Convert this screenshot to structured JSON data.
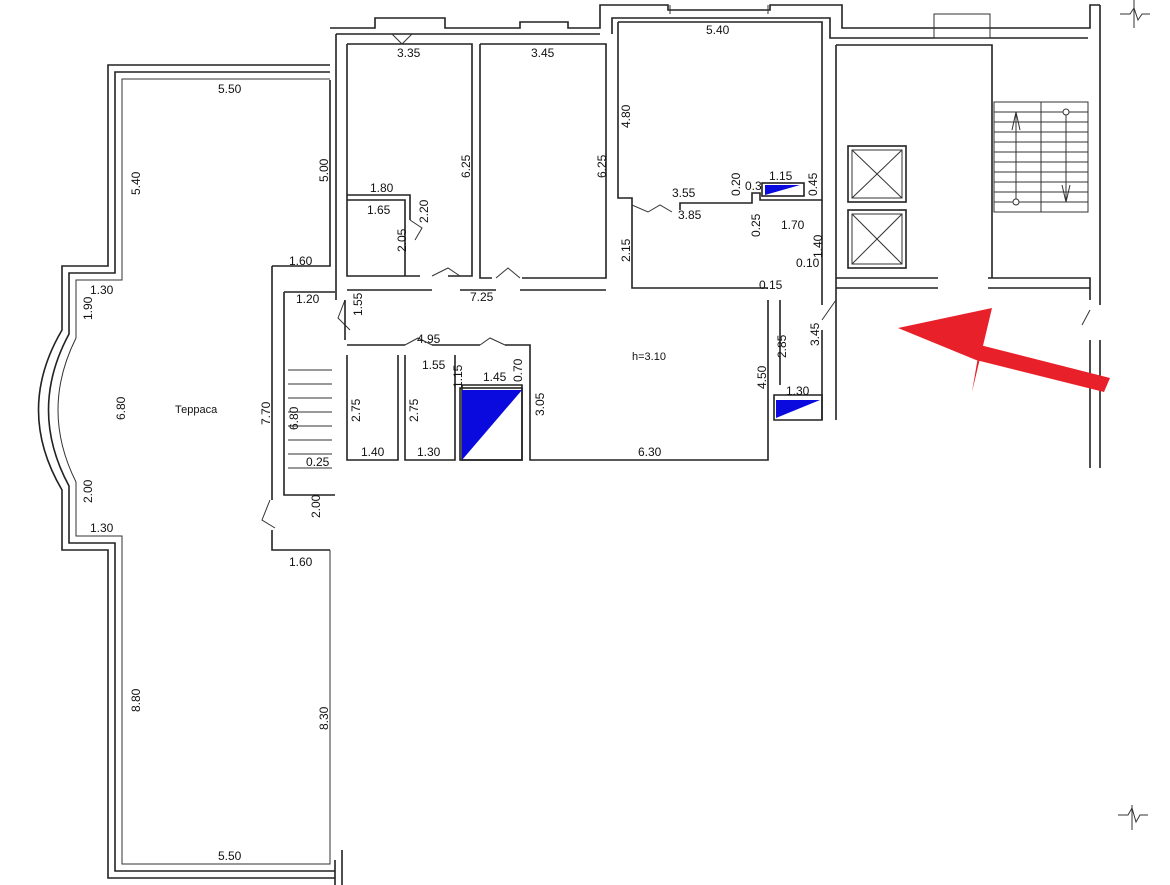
{
  "plan": {
    "terrace_label": "Терраса",
    "ceiling_height": "h=3.10",
    "accent_color": "#0a0adf",
    "arrow_color": "#e8202a",
    "dimensions": {
      "t_top": "5.50",
      "t_left_upper": "5.40",
      "t_step_top": "1.30",
      "t_bay_upper": "1.90",
      "t_mid": "6.80",
      "t_bay_lower": "2.00",
      "t_step_bottom": "1.30",
      "t_left_lower": "8.80",
      "t_bottom": "5.50",
      "t_right_lower": "8.30",
      "t_stub_bottom": "1.60",
      "t_right_upper": "5.00",
      "t_stub_top": "1.60",
      "st_width": "1.20",
      "st_len": "7.70",
      "st_inner": "6.80",
      "st_step": "0.25",
      "st_bottom": "2.00",
      "c1": "1.55",
      "r1_top": "3.35",
      "r1_side": "6.25",
      "r1_closet_w": "1.80",
      "r1_closet_in": "1.65",
      "r1_closet_h": "2.20",
      "r1_closet_door": "2.05",
      "r2_top": "3.45",
      "r2_side": "6.25",
      "corr_len": "7.25",
      "r3_top": "5.40",
      "r3_left": "4.80",
      "r3_n1": "0.20",
      "r3_n2": "0.3",
      "r3_n3": "1.15",
      "r3_n4": "0.45",
      "r3_wall_a": "3.55",
      "r3_wall_b": "3.85",
      "r3_n5": "0.25",
      "r3_n6": "1.70",
      "r3_low": "2.15",
      "r3_n7": "1.40",
      "r3_n8": "0.10",
      "r3_n9": "0.15",
      "h_top": "4.95",
      "h_b1": "1.55",
      "h_b2": "1.15",
      "h_b3": "1.45",
      "h_b4": "0.70",
      "h_r1": "2.75",
      "h_r2": "2.75",
      "h_b5": "1.40",
      "h_b6": "1.30",
      "h_side": "3.05",
      "h_bottom": "6.30",
      "e_right": "4.50",
      "e_r2": "2.85",
      "e_r3": "3.45",
      "e_b": "1.30"
    }
  }
}
